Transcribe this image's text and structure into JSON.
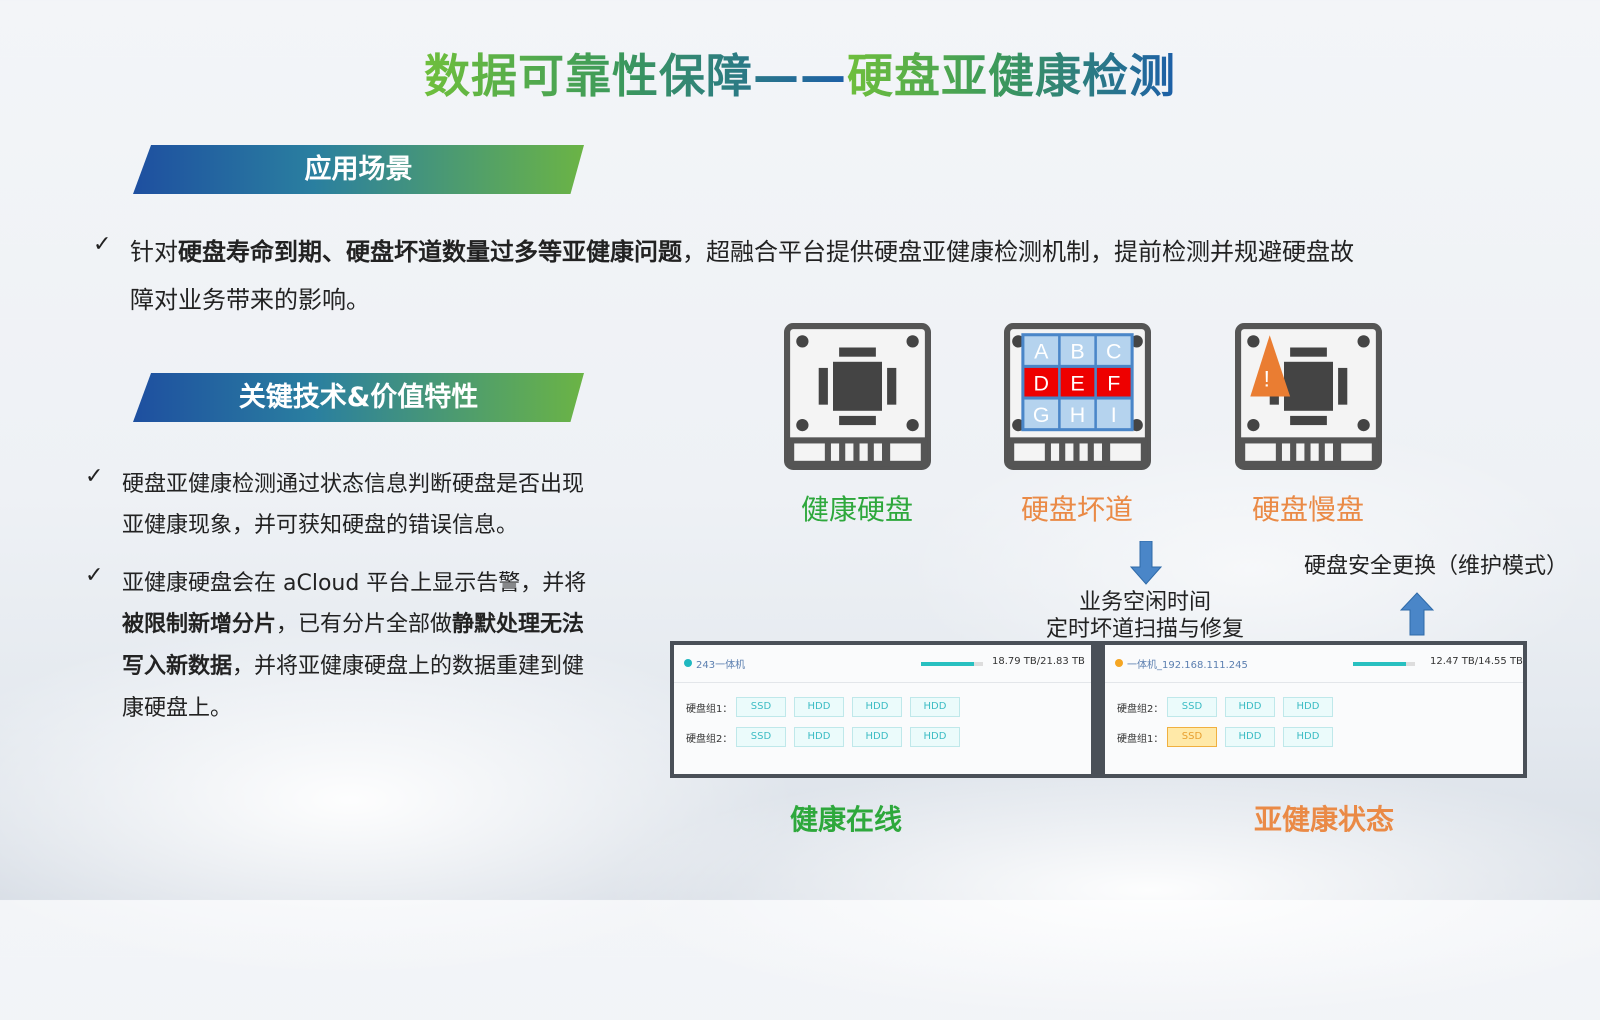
{
  "title": {
    "part1": "数据可靠性保障——",
    "part2": "硬盘亚健康检测"
  },
  "banner1": "应用场景",
  "intro": {
    "pre": "针对",
    "bold": "硬盘寿命到期、硬盘坏道数量过多等亚健康问题",
    "post": "，超融合平台提供硬盘亚健康检测机制，提前检测并规避硬盘故",
    "line2": "障对业务带来的影响。"
  },
  "banner2": "关键技术&价值特性",
  "bullets": {
    "b1": {
      "l1": "硬盘亚健康检测通过状态信息判断硬盘是否出现",
      "l2": "亚健康现象，并可获知硬盘的错误信息。"
    },
    "b2": {
      "l1": "亚健康硬盘会在 aCloud 平台上显示告警，并将",
      "l2a": "被限制新增分片",
      "l2b": "，已有分片全部做",
      "l2c": "静默处理无法",
      "l3a": "写入新数据",
      "l3b": "，并将亚健康硬盘上的数据重建到健",
      "l4": "康硬盘上。"
    }
  },
  "check": "✓",
  "icons": {
    "healthy": "健康硬盘",
    "bad_sector": "硬盘坏道",
    "slow": "硬盘慢盘",
    "grid": [
      "A",
      "B",
      "C",
      "D",
      "E",
      "F",
      "G",
      "H",
      "I"
    ],
    "warn": "!"
  },
  "flow": {
    "idle1": "业务空闲时间",
    "idle2": "定时坏道扫描与修复",
    "replace": "硬盘安全更换（维护模式）"
  },
  "panels": {
    "left": {
      "host": "243一体机",
      "capacity": "18.79 TB/21.83 TB",
      "usage": 0.86,
      "status_color": "#1fb8c0",
      "groups": [
        {
          "label": "硬盘组1：",
          "disks": [
            "SSD",
            "HDD",
            "HDD",
            "HDD"
          ]
        },
        {
          "label": "硬盘组2：",
          "disks": [
            "SSD",
            "HDD",
            "HDD",
            "HDD"
          ]
        }
      ],
      "caption": "健康在线"
    },
    "right": {
      "host": "一体机_192.168.111.245",
      "capacity": "12.47 TB/14.55 TB",
      "usage": 0.86,
      "status_color": "#f5a623",
      "groups": [
        {
          "label": "硬盘组2：",
          "disks": [
            "SSD",
            "HDD",
            "HDD"
          ]
        },
        {
          "label": "硬盘组1：",
          "disks": [
            "SSD",
            "HDD",
            "HDD"
          ]
        }
      ],
      "caption": "亚健康状态"
    }
  },
  "colors": {
    "green": "#2ea83c",
    "orange": "#ea8a46",
    "arrow": "#4a86c8"
  }
}
